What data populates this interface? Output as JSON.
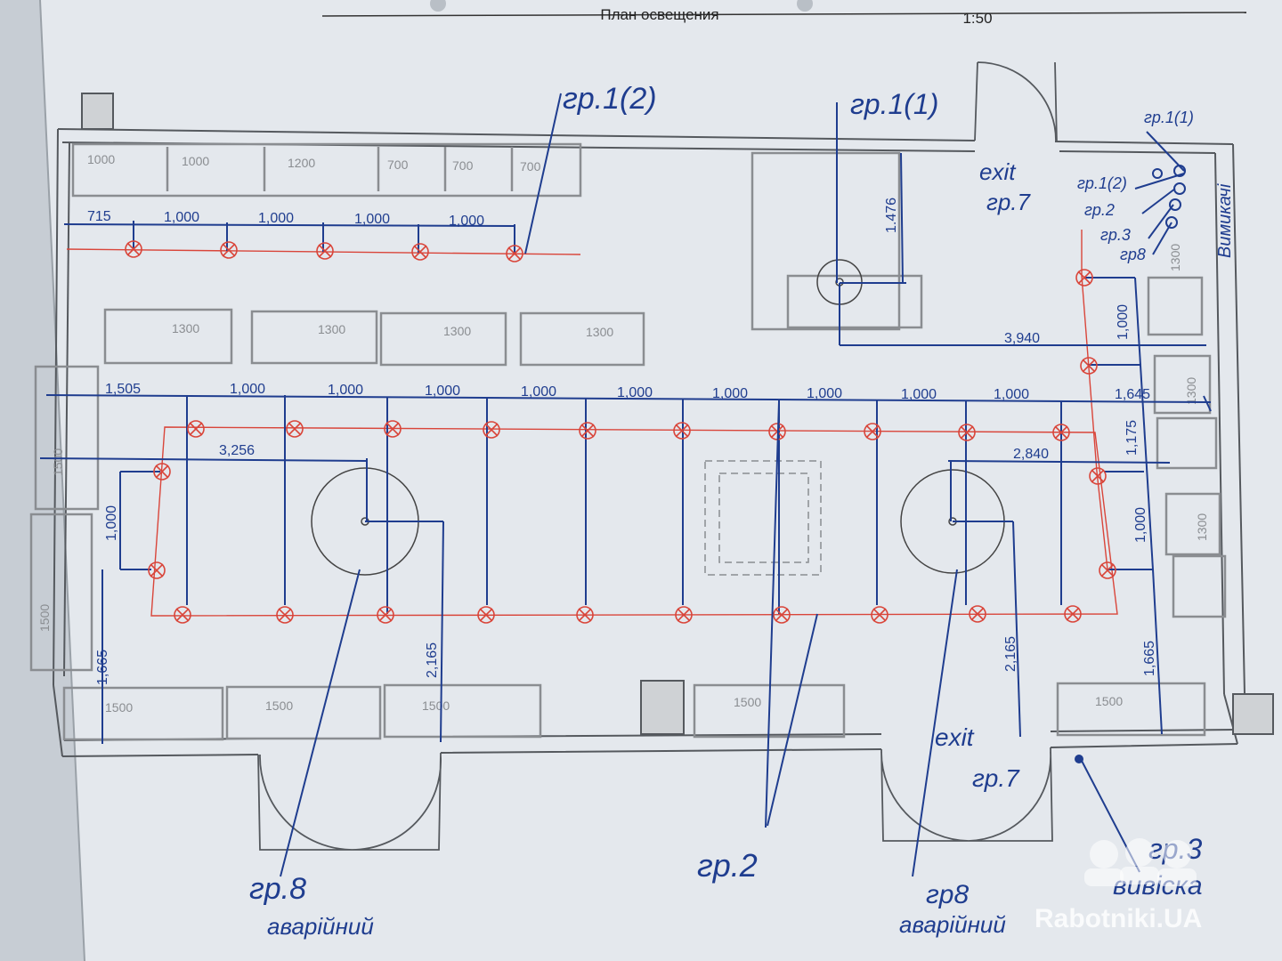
{
  "title_block": {
    "title": "План освещения",
    "scale": "1:50"
  },
  "furniture_labels": [
    "1000",
    "1000",
    "1200",
    "700",
    "700",
    "700",
    "1300",
    "1300",
    "1300",
    "1300",
    "1300",
    "1300",
    "1300",
    "1500",
    "1500",
    "1500",
    "1500",
    "1500",
    "1500",
    "1500"
  ],
  "dimensions": [
    "715",
    "1,000",
    "1,000",
    "1,000",
    "1,000",
    "1.476",
    "3,940",
    "1,000",
    "1,505",
    "1,000",
    "1,000",
    "1,000",
    "1,000",
    "1,000",
    "1,000",
    "1,000",
    "1,000",
    "1,000",
    "1,645",
    "1,175",
    "3,256",
    "2,840",
    "1,000",
    "1,000",
    "1,665",
    "2,165",
    "2,165",
    "1,665"
  ],
  "handwritten_notes": [
    "гр.1(2)",
    "гр.1(1)",
    "exit",
    "гр.7",
    "гр.1(1)",
    "гр.1(2)",
    "гр.2",
    "гр.3",
    "гр8",
    "Вимикачі",
    "exit",
    "гр.7",
    "гр.8",
    "аварійний",
    "гр.2",
    "гр8",
    "аварійний",
    "гр.3",
    "вивіска"
  ],
  "watermark": "Rabotniki.UA",
  "colors": {
    "paper": "#e3e7ec",
    "wall": "#5a5e63",
    "red_line": "#d9453a",
    "blue_ink": "#1f3d8f",
    "furniture": "#8a8d91"
  }
}
